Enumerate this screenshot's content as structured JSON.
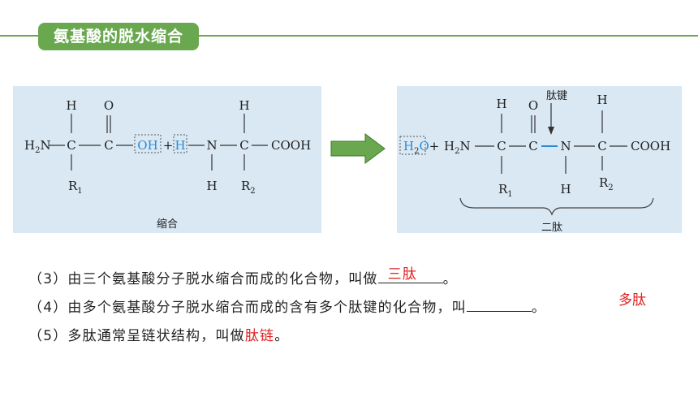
{
  "title": "氨基酸的脱水缩合",
  "left_panel": {
    "caption": "缩合",
    "h_top1": "H",
    "o_top": "O",
    "h_top2": "H",
    "h2n": "H",
    "h2n_sub": "2",
    "h2n_n": "N",
    "c1": "C",
    "c2": "C",
    "oh": "OH",
    "plus": "+",
    "h_mid": "H",
    "n": "N",
    "c3": "C",
    "cooh": "COOH",
    "r1": "R",
    "r1_sub": "1",
    "h_bot": "H",
    "r2": "R",
    "r2_sub": "2"
  },
  "right_panel": {
    "caption": "二肽",
    "bond_label": "肽键",
    "h2o_h": "H",
    "h2o_sub": "2",
    "h2o_o": "O",
    "plus": "+",
    "h2n": "H",
    "h2n_sub": "2",
    "h2n_n": "N",
    "c1": "C",
    "c2": "C",
    "n": "N",
    "c3": "C",
    "cooh": "COOH",
    "h_top1": "H",
    "o_top": "O",
    "h_top2": "H",
    "r1": "R",
    "r1_sub": "1",
    "h_bot": "H",
    "r2": "R",
    "r2_sub": "2"
  },
  "lines": [
    {
      "prefix": "（3）由三个氨基酸分子脱水缩合而成的化合物，叫做",
      "answer": "三肽",
      "suffix": "。"
    },
    {
      "prefix": "（4）由多个氨基酸分子脱水缩合而成的含有多个肽键的化合物，叫",
      "answer": "多肽",
      "suffix": "。"
    },
    {
      "prefix": "（5）多肽通常呈链状结构，叫做",
      "answer": "肽链",
      "suffix": "。"
    }
  ],
  "colors": {
    "accent_green": "#6aa84f",
    "panel_bg": "#d9e8f3",
    "highlight_blue": "#2a8ad8",
    "answer_red": "#e02020"
  }
}
